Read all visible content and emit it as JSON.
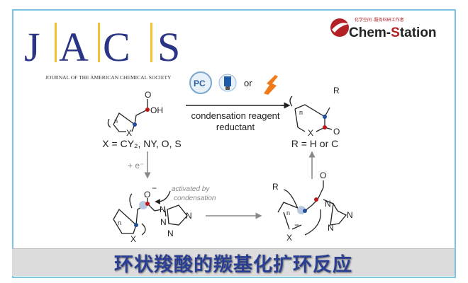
{
  "journal": {
    "letters": [
      "J",
      "A",
      "C",
      "S"
    ],
    "subtitle": "JOURNAL OF THE AMERICAN CHEMICAL SOCIETY",
    "color": "#2b3586",
    "bar_color": "#f2c230"
  },
  "chemstation": {
    "tagline": "化学空间 -服务科研工作者",
    "name_a": "Chem-",
    "name_s": "S",
    "name_b": "tation"
  },
  "scheme": {
    "start": {
      "o": "O",
      "oh": "OH",
      "n": "n",
      "x": "X",
      "label": "X = CY₂, NY, O, S"
    },
    "conditions": {
      "pc": "PC",
      "or": "or",
      "line1": "condensation reagent",
      "line2": "reductant"
    },
    "product": {
      "r": "R",
      "n": "n",
      "x": "X",
      "o": "O",
      "label": "R = H or C"
    },
    "step_down": "+ e⁻",
    "int1": {
      "o": "O",
      "minus": "−",
      "n": "n",
      "x": "X",
      "n1": "N",
      "n2": "N",
      "n3": "N",
      "n4": "N",
      "note1": "activated by",
      "note2": "condensation"
    },
    "int2": {
      "r": "R",
      "o": "O",
      "n": "n",
      "x": "X",
      "minus": "−",
      "n1": "N",
      "n2": "N",
      "n3": "N"
    }
  },
  "title": "环状羧酸的羰基化扩环反应"
}
